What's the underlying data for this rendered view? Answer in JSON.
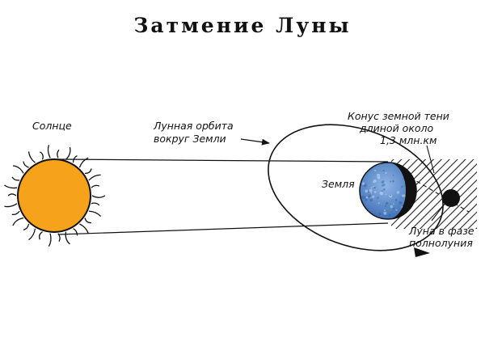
{
  "title": "Затмение Луны",
  "labels": {
    "sun": "Солнце",
    "orbit_line1": "Лунная орбита",
    "orbit_line2": "вокруг Земли",
    "cone_line1": "Конус земной тени",
    "cone_line2": "длиной около",
    "cone_line3": "1,3 млн.км",
    "earth": "Земля",
    "moon_line1": "Луна в фазе",
    "moon_line2": "полнолуния"
  },
  "colors": {
    "sun_fill": "#f7a21b",
    "earth_light": "#8fb6e6",
    "earth_dark": "#3f70b6",
    "shadow_night": "#111111",
    "moon": "#111111",
    "ink": "#111111"
  }
}
